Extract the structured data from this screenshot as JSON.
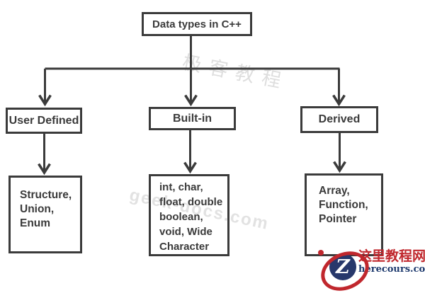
{
  "diagram": {
    "root": {
      "label": "Data types in C++"
    },
    "categories": [
      {
        "label": "User Defined",
        "details": "Structure,\nUnion,\nEnum"
      },
      {
        "label": "Built-in",
        "details": "int, char,\nfloat, double\nboolean,\nvoid, Wide\nCharacter"
      },
      {
        "label": "Derived",
        "details": "Array,\nFunction,\nPointer"
      }
    ],
    "line_color": "#3b3b3b",
    "text_color": "#3a3a3a"
  },
  "watermarks": {
    "top_text": "极客教程",
    "middle_text": "geek-docs.com"
  },
  "logo": {
    "monogram": "Z",
    "site_name": "这里教程网",
    "site_domain": "herecours.com",
    "red": "#c0272d",
    "navy": "#1e3a6e"
  }
}
